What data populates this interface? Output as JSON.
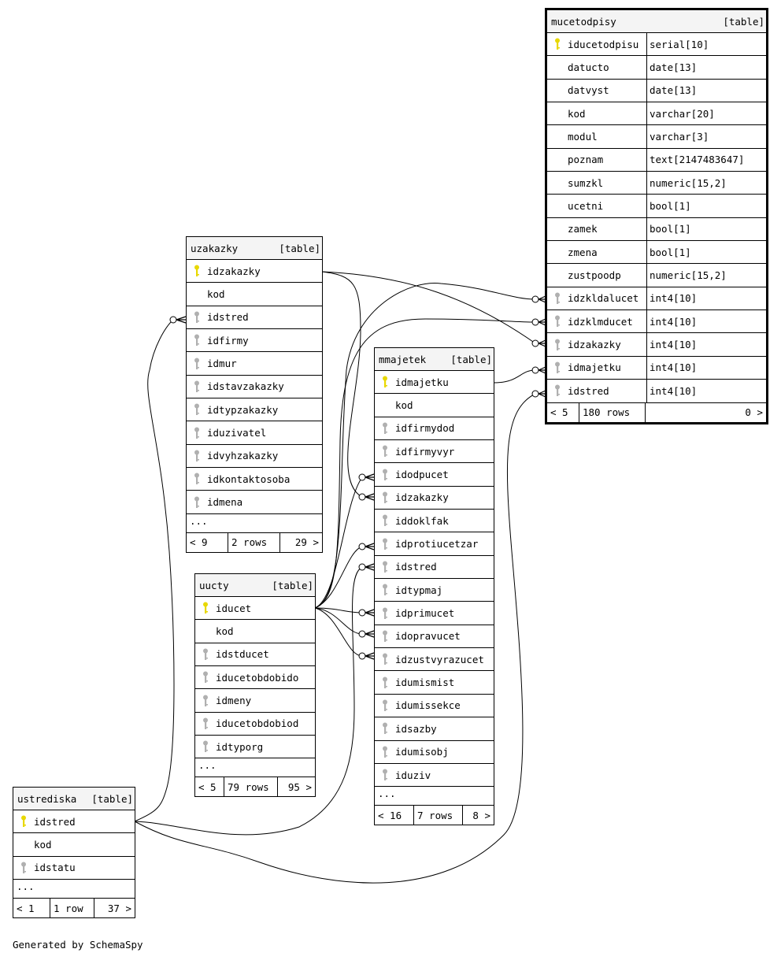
{
  "footer_text": "Generated by SchemaSpy",
  "colors": {
    "primary_key": "#e8d800",
    "foreign_key": "#b0b0b0"
  },
  "tables": [
    {
      "id": "mucetodpisy",
      "name": "mucetodpisy",
      "kind": "[table]",
      "focus": true,
      "columns": [
        {
          "name": "iducetodpisu",
          "type": "serial[10]",
          "key": "pk"
        },
        {
          "name": "datucto",
          "type": "date[13]",
          "key": ""
        },
        {
          "name": "datvyst",
          "type": "date[13]",
          "key": ""
        },
        {
          "name": "kod",
          "type": "varchar[20]",
          "key": ""
        },
        {
          "name": "modul",
          "type": "varchar[3]",
          "key": ""
        },
        {
          "name": "poznam",
          "type": "text[2147483647]",
          "key": ""
        },
        {
          "name": "sumzkl",
          "type": "numeric[15,2]",
          "key": ""
        },
        {
          "name": "ucetni",
          "type": "bool[1]",
          "key": ""
        },
        {
          "name": "zamek",
          "type": "bool[1]",
          "key": ""
        },
        {
          "name": "zmena",
          "type": "bool[1]",
          "key": ""
        },
        {
          "name": "zustpoodp",
          "type": "numeric[15,2]",
          "key": ""
        },
        {
          "name": "idzkldalucet",
          "type": "int4[10]",
          "key": "fk"
        },
        {
          "name": "idzklmducet",
          "type": "int4[10]",
          "key": "fk"
        },
        {
          "name": "idzakazky",
          "type": "int4[10]",
          "key": "fk"
        },
        {
          "name": "idmajetku",
          "type": "int4[10]",
          "key": "fk"
        },
        {
          "name": "idstred",
          "type": "int4[10]",
          "key": "fk"
        }
      ],
      "more": null,
      "footer": {
        "parents": "< 5",
        "rows": "180 rows",
        "children": "0 >"
      }
    },
    {
      "id": "uzakazky",
      "name": "uzakazky",
      "kind": "[table]",
      "columns": [
        {
          "name": "idzakazky",
          "key": "pk"
        },
        {
          "name": "kod",
          "key": ""
        },
        {
          "name": "idstred",
          "key": "fk"
        },
        {
          "name": "idfirmy",
          "key": "fk"
        },
        {
          "name": "idmur",
          "key": "fk"
        },
        {
          "name": "idstavzakazky",
          "key": "fk"
        },
        {
          "name": "idtypzakazky",
          "key": "fk"
        },
        {
          "name": "iduzivatel",
          "key": "fk"
        },
        {
          "name": "idvyhzakazky",
          "key": "fk"
        },
        {
          "name": "idkontaktosoba",
          "key": "fk"
        },
        {
          "name": "idmena",
          "key": "fk"
        }
      ],
      "more": "...",
      "footer": {
        "parents": "< 9",
        "rows": "2 rows",
        "children": "29 >"
      }
    },
    {
      "id": "uucty",
      "name": "uucty",
      "kind": "[table]",
      "columns": [
        {
          "name": "iducet",
          "key": "pk"
        },
        {
          "name": "kod",
          "key": ""
        },
        {
          "name": "idstducet",
          "key": "fk"
        },
        {
          "name": "iducetobdobido",
          "key": "fk"
        },
        {
          "name": "idmeny",
          "key": "fk"
        },
        {
          "name": "iducetobdobiod",
          "key": "fk"
        },
        {
          "name": "idtyporg",
          "key": "fk"
        }
      ],
      "more": "...",
      "footer": {
        "parents": "< 5",
        "rows": "79 rows",
        "children": "95 >"
      }
    },
    {
      "id": "mmajetek",
      "name": "mmajetek",
      "kind": "[table]",
      "columns": [
        {
          "name": "idmajetku",
          "key": "pk"
        },
        {
          "name": "kod",
          "key": ""
        },
        {
          "name": "idfirmydod",
          "key": "fk"
        },
        {
          "name": "idfirmyvyr",
          "key": "fk"
        },
        {
          "name": "idodpucet",
          "key": "fk"
        },
        {
          "name": "idzakazky",
          "key": "fk"
        },
        {
          "name": "iddoklfak",
          "key": "fk"
        },
        {
          "name": "idprotiucetzar",
          "key": "fk"
        },
        {
          "name": "idstred",
          "key": "fk"
        },
        {
          "name": "idtypmaj",
          "key": "fk"
        },
        {
          "name": "idprimucet",
          "key": "fk"
        },
        {
          "name": "idopravucet",
          "key": "fk"
        },
        {
          "name": "idzustvyrazucet",
          "key": "fk"
        },
        {
          "name": "idumismist",
          "key": "fk"
        },
        {
          "name": "idumissekce",
          "key": "fk"
        },
        {
          "name": "idsazby",
          "key": "fk"
        },
        {
          "name": "idumisobj",
          "key": "fk"
        },
        {
          "name": "iduziv",
          "key": "fk"
        }
      ],
      "more": "...",
      "footer": {
        "parents": "< 16",
        "rows": "7 rows",
        "children": "8 >"
      }
    },
    {
      "id": "ustrediska",
      "name": "ustrediska",
      "kind": "[table]",
      "columns": [
        {
          "name": "idstred",
          "key": "pk"
        },
        {
          "name": "kod",
          "key": ""
        },
        {
          "name": "idstatu",
          "key": "fk"
        }
      ],
      "more": "...",
      "footer": {
        "parents": "< 1",
        "rows": "1 row",
        "children": "37 >"
      }
    }
  ]
}
